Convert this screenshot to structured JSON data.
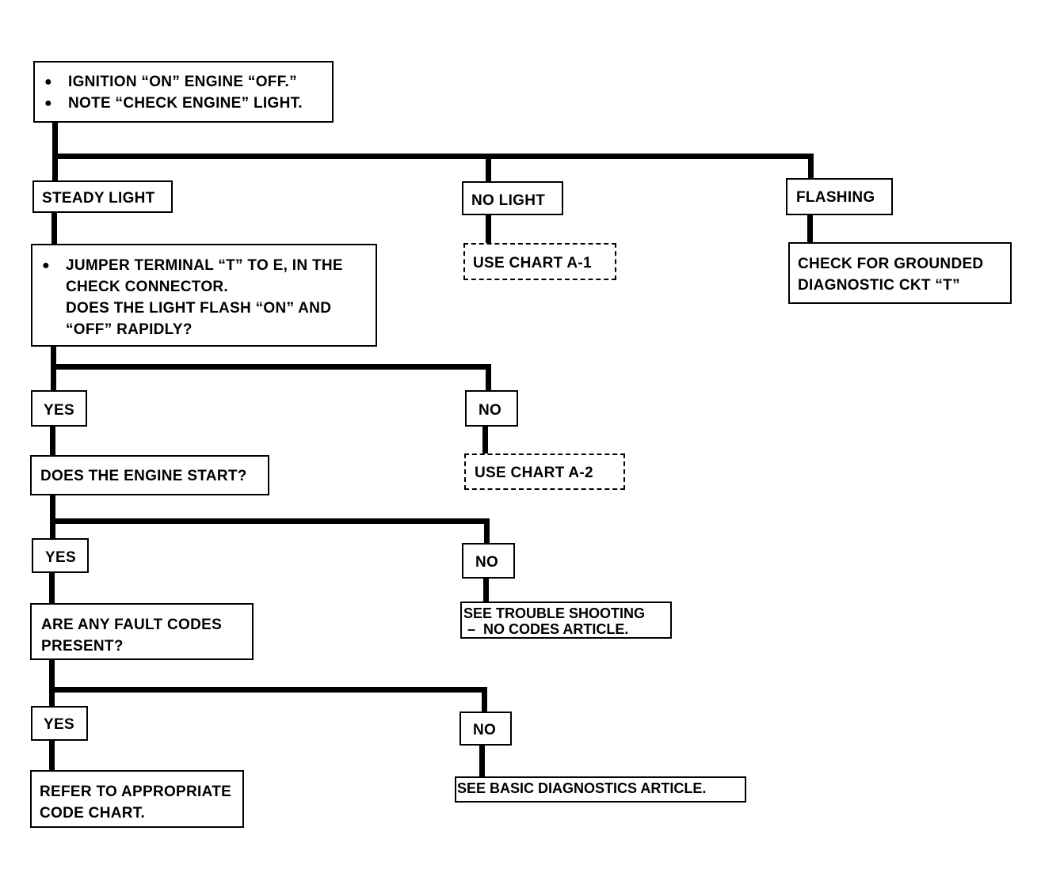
{
  "start": {
    "bullet_1": "IGNITION “ON” ENGINE “OFF.”",
    "bullet_2": "NOTE “CHECK ENGINE” LIGHT."
  },
  "branch_1": {
    "steady": "STEADY LIGHT",
    "no_light": "NO LIGHT",
    "flashing": "FLASHING",
    "no_light_action": "USE CHART A-1",
    "flashing_action_line_1": "CHECK FOR GROUNDED",
    "flashing_action_line_2": "DIAGNOSTIC CKT “T”"
  },
  "jumper": {
    "line_1": "JUMPER TERMINAL “T” TO E, IN THE",
    "line_2": "CHECK CONNECTOR.",
    "line_3": "DOES THE LIGHT FLASH “ON” AND",
    "line_4": "“OFF” RAPIDLY?"
  },
  "branch_2": {
    "yes": "YES",
    "no": "NO",
    "no_action": "USE CHART A-2"
  },
  "engine_start": {
    "question": "DOES THE ENGINE START?"
  },
  "branch_3": {
    "yes": "YES",
    "no": "NO",
    "no_action_line_1": "SEE TROUBLE SHOOTING",
    "no_action_line_2": " –  NO CODES ARTICLE."
  },
  "fault_codes": {
    "line_1": "ARE ANY FAULT CODES",
    "line_2": "PRESENT?"
  },
  "branch_4": {
    "yes": "YES",
    "no": "NO",
    "yes_action_line_1": "REFER TO APPROPRIATE",
    "yes_action_line_2": "CODE CHART.",
    "no_action": "SEE BASIC DIAGNOSTICS ARTICLE."
  },
  "colors": {
    "ink": "#000000",
    "paper": "#ffffff"
  },
  "icons": {
    "bullet": "bullet-dot"
  }
}
